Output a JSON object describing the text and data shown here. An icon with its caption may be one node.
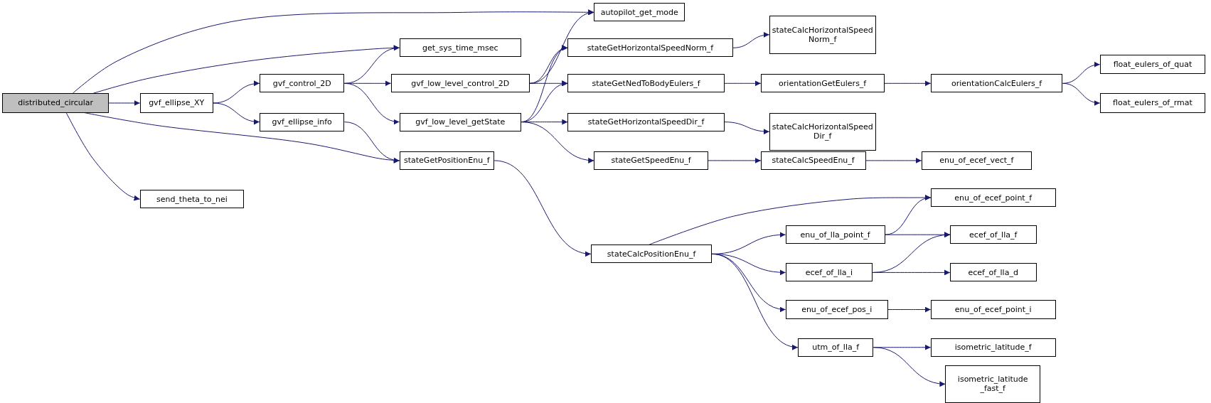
{
  "diagram": {
    "nodes": [
      {
        "text": [
          "distributed_circular"
        ]
      },
      {
        "text": [
          "autopilot_get_mode"
        ]
      },
      {
        "text": [
          "get_sys_time_msec"
        ]
      },
      {
        "text": [
          "gvf_ellipse_XY"
        ]
      },
      {
        "text": [
          "gvf_control_2D"
        ]
      },
      {
        "text": [
          "gvf_ellipse_info"
        ]
      },
      {
        "text": [
          "gvf_low_level_control_2D"
        ]
      },
      {
        "text": [
          "gvf_low_level_getState"
        ]
      },
      {
        "text": [
          "stateGetPositionEnu_f"
        ]
      },
      {
        "text": [
          "send_theta_to_nei"
        ]
      },
      {
        "text": [
          "stateGetHorizontalSpeedNorm_f"
        ]
      },
      {
        "text": [
          "stateCalcHorizontalSpeed Norm_f"
        ]
      },
      {
        "text": [
          "stateGetNedToBodyEulers_f"
        ]
      },
      {
        "text": [
          "orientationGetEulers_f"
        ]
      },
      {
        "text": [
          "orientationCalcEulers_f"
        ]
      },
      {
        "text": [
          "float_eulers_of_quat"
        ]
      },
      {
        "text": [
          "float_eulers_of_rmat"
        ]
      },
      {
        "text": [
          "stateGetHorizontalSpeedDir_f"
        ]
      },
      {
        "text": [
          "stateCalcHorizontalSpeed Dir_f"
        ]
      },
      {
        "text": [
          "stateGetSpeedEnu_f"
        ]
      },
      {
        "text": [
          "stateCalcSpeedEnu_f"
        ]
      },
      {
        "text": [
          "enu_of_ecef_vect_f"
        ]
      },
      {
        "text": [
          "stateCalcPositionEnu_f"
        ]
      },
      {
        "text": [
          "enu_of_ecef_point_f"
        ]
      },
      {
        "text": [
          "enu_of_lla_point_f"
        ]
      },
      {
        "text": [
          "ecef_of_lla_f"
        ]
      },
      {
        "text": [
          "ecef_of_lla_i"
        ]
      },
      {
        "text": [
          "ecef_of_lla_d"
        ]
      },
      {
        "text": [
          "enu_of_ecef_pos_i"
        ]
      },
      {
        "text": [
          "enu_of_ecef_point_i"
        ]
      },
      {
        "text": [
          "utm_of_lla_f"
        ]
      },
      {
        "text": [
          "isometric_latitude_f"
        ]
      },
      {
        "text": [
          "isometric_latitude _fast_f"
        ]
      }
    ],
    "edges": [
      {
        "from": 0,
        "to": 1,
        "arrow": "to"
      },
      {
        "from": 0,
        "to": 2,
        "arrow": "to"
      },
      {
        "from": 0,
        "to": 3,
        "arrow": "to"
      },
      {
        "from": 0,
        "to": 8,
        "arrow": "to"
      },
      {
        "from": 0,
        "to": 9,
        "arrow": "to"
      },
      {
        "from": 3,
        "to": 4,
        "arrow": "to"
      },
      {
        "from": 3,
        "to": 5,
        "arrow": "to"
      },
      {
        "from": 4,
        "to": 2,
        "arrow": "to"
      },
      {
        "from": 4,
        "to": 6,
        "arrow": "to"
      },
      {
        "from": 4,
        "to": 7,
        "arrow": "to"
      },
      {
        "from": 5,
        "to": 8,
        "arrow": "to"
      },
      {
        "from": 6,
        "to": 1,
        "arrow": "to"
      },
      {
        "from": 6,
        "to": 10,
        "arrow": "to"
      },
      {
        "from": 6,
        "to": 12,
        "arrow": "to"
      },
      {
        "from": 7,
        "to": 10,
        "arrow": "to"
      },
      {
        "from": 7,
        "to": 12,
        "arrow": "to"
      },
      {
        "from": 7,
        "to": 17,
        "arrow": "to"
      },
      {
        "from": 7,
        "to": 19,
        "arrow": "to"
      },
      {
        "from": 8,
        "to": 22,
        "arrow": "to"
      },
      {
        "from": 10,
        "to": 11,
        "arrow": "to"
      },
      {
        "from": 12,
        "to": 13,
        "arrow": "to"
      },
      {
        "from": 13,
        "to": 14,
        "arrow": "to"
      },
      {
        "from": 14,
        "to": 15,
        "arrow": "to"
      },
      {
        "from": 14,
        "to": 16,
        "arrow": "to"
      },
      {
        "from": 17,
        "to": 18,
        "arrow": "to"
      },
      {
        "from": 19,
        "to": 20,
        "arrow": "to"
      },
      {
        "from": 20,
        "to": 21,
        "arrow": "to"
      },
      {
        "from": 22,
        "to": 23,
        "arrow": "to"
      },
      {
        "from": 22,
        "to": 24,
        "arrow": "to"
      },
      {
        "from": 22,
        "to": 26,
        "arrow": "to"
      },
      {
        "from": 22,
        "to": 28,
        "arrow": "to"
      },
      {
        "from": 22,
        "to": 30,
        "arrow": "to"
      },
      {
        "from": 24,
        "to": 23,
        "arrow": "to"
      },
      {
        "from": 24,
        "to": 25,
        "arrow": "to"
      },
      {
        "from": 26,
        "to": 25,
        "arrow": "to"
      },
      {
        "from": 26,
        "to": 27,
        "arrow": "to"
      },
      {
        "from": 28,
        "to": 29,
        "arrow": "to"
      },
      {
        "from": 30,
        "to": 31,
        "arrow": "to"
      },
      {
        "from": 30,
        "to": 32,
        "arrow": "to"
      }
    ]
  }
}
